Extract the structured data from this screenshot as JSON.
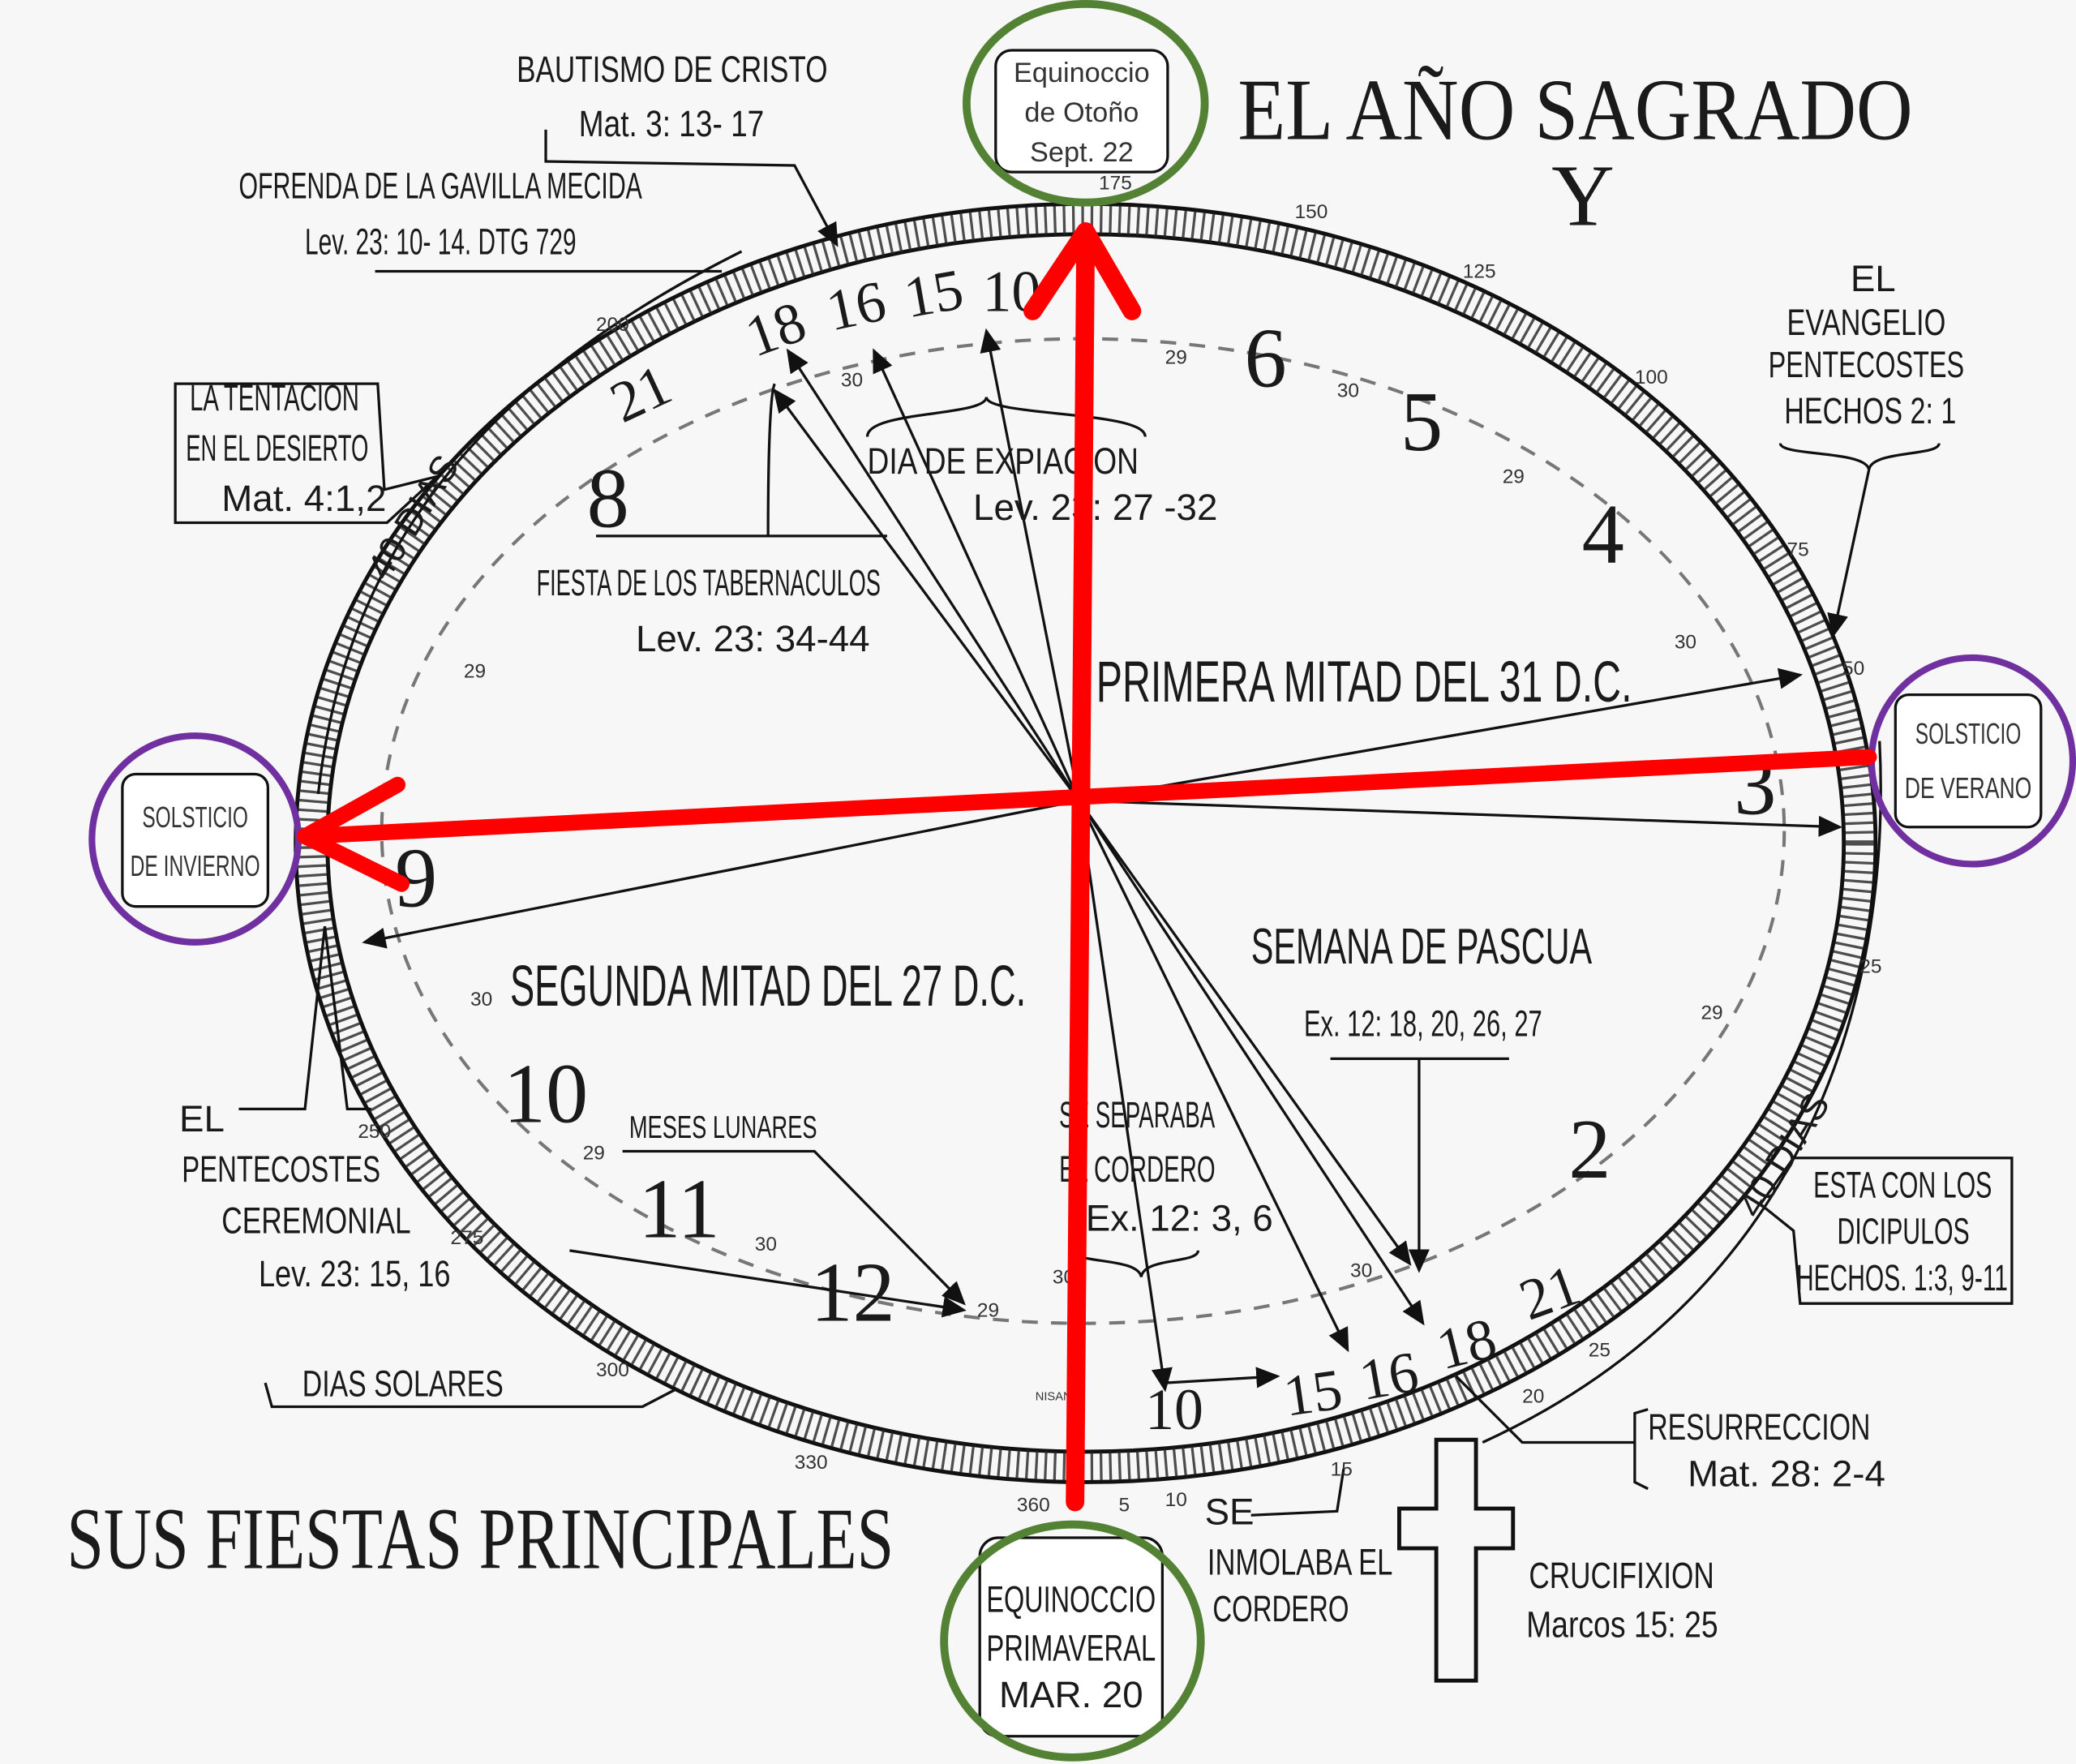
{
  "title": {
    "line1": "EL AÑO SAGRADO",
    "line2": "Y",
    "bottom": "SUS FIESTAS PRINCIPALES"
  },
  "colors": {
    "arrow": "#ff0000",
    "equinox_circle": "#548235",
    "solstice_circle": "#7030a0",
    "ink": "#1a1a1a"
  },
  "markers": {
    "autumn_equinox": [
      "Equinoccio",
      "de Otoño",
      "Sept. 22"
    ],
    "spring_equinox": [
      "EQUINOCCIO",
      "PRIMAVERAL",
      "MAR. 20"
    ],
    "winter_solstice": [
      "SOLSTICIO",
      "DE INVIERNO"
    ],
    "summer_solstice": [
      "SOLSTICIO",
      "DE VERANO"
    ]
  },
  "labels": {
    "bautismo": [
      "BAUTISMO DE CRISTO",
      "Mat. 3: 13- 17"
    ],
    "gavilla": [
      "OFRENDA DE LA GAVILLA MECIDA",
      "Lev. 23: 10- 14. DTG 729"
    ],
    "tentacion": [
      "LA TENTACION",
      "EN EL DESIERTO",
      "Mat. 4:1,2"
    ],
    "cuarenta_dias": "40 DIAS",
    "expiacion": [
      "DIA DE EXPIACION",
      "Lev. 23: 27 -32"
    ],
    "tabernaculos": [
      "FIESTA DE LOS TABERNACULOS",
      "Lev. 23: 34-44"
    ],
    "evangelio": [
      "EL",
      "EVANGELIO",
      "PENTECOSTES",
      "HECHOS 2: 1"
    ],
    "primera_mitad": "PRIMERA MITAD DEL 31 D.C.",
    "segunda_mitad": "SEGUNDA MITAD DEL 27 D.C.",
    "pascua": [
      "SEMANA DE PASCUA",
      "Ex. 12: 18, 20, 26, 27"
    ],
    "pentecostes_ceremonial": [
      "EL",
      "PENTECOSTES",
      "CEREMONIAL",
      "Lev. 23: 15, 16"
    ],
    "meses_lunares": "MESES LUNARES",
    "separaba": [
      "SE SEPARABA",
      "EL CORDERO",
      "Ex. 12: 3, 6"
    ],
    "dias_solares": "DIAS SOLARES",
    "discipulos": [
      "ESTA CON LOS",
      "DICIPULOS",
      "HECHOS. 1:3, 9-11"
    ],
    "cuarenta_dias_2": "40 DIAS",
    "resurreccion": [
      "RESURRECCION",
      "Mat. 28: 2-4"
    ],
    "inmolaba": [
      "SE",
      "INMOLABA EL",
      "CORDERO"
    ],
    "crucifixion": [
      "CRUCIFIXION",
      "Marcos 15: 25"
    ]
  },
  "months": [
    "2",
    "3",
    "4",
    "5",
    "6",
    "8",
    "9",
    "10",
    "11",
    "12"
  ],
  "days_top": [
    "18",
    "16",
    "15",
    "10",
    "21"
  ],
  "days_bottom": [
    "10",
    "15",
    "16",
    "18",
    "21"
  ],
  "ring_ticks": [
    "150",
    "125",
    "100",
    "75",
    "50",
    "25",
    "200",
    "175",
    "250",
    "275",
    "300",
    "330",
    "360",
    "5",
    "10",
    "15",
    "20",
    "25",
    "30"
  ],
  "lunar_ticks": [
    "29",
    "30",
    "29",
    "30",
    "29",
    "30",
    "29",
    "30",
    "29",
    "30",
    "29",
    "30"
  ],
  "nisan": "NISAN"
}
